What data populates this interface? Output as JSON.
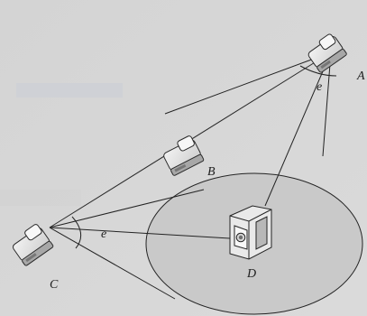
{
  "labels": {
    "A": "A",
    "B": "B",
    "C": "C",
    "D": "D",
    "angle_A": "e",
    "angle_C": "e"
  }
}
